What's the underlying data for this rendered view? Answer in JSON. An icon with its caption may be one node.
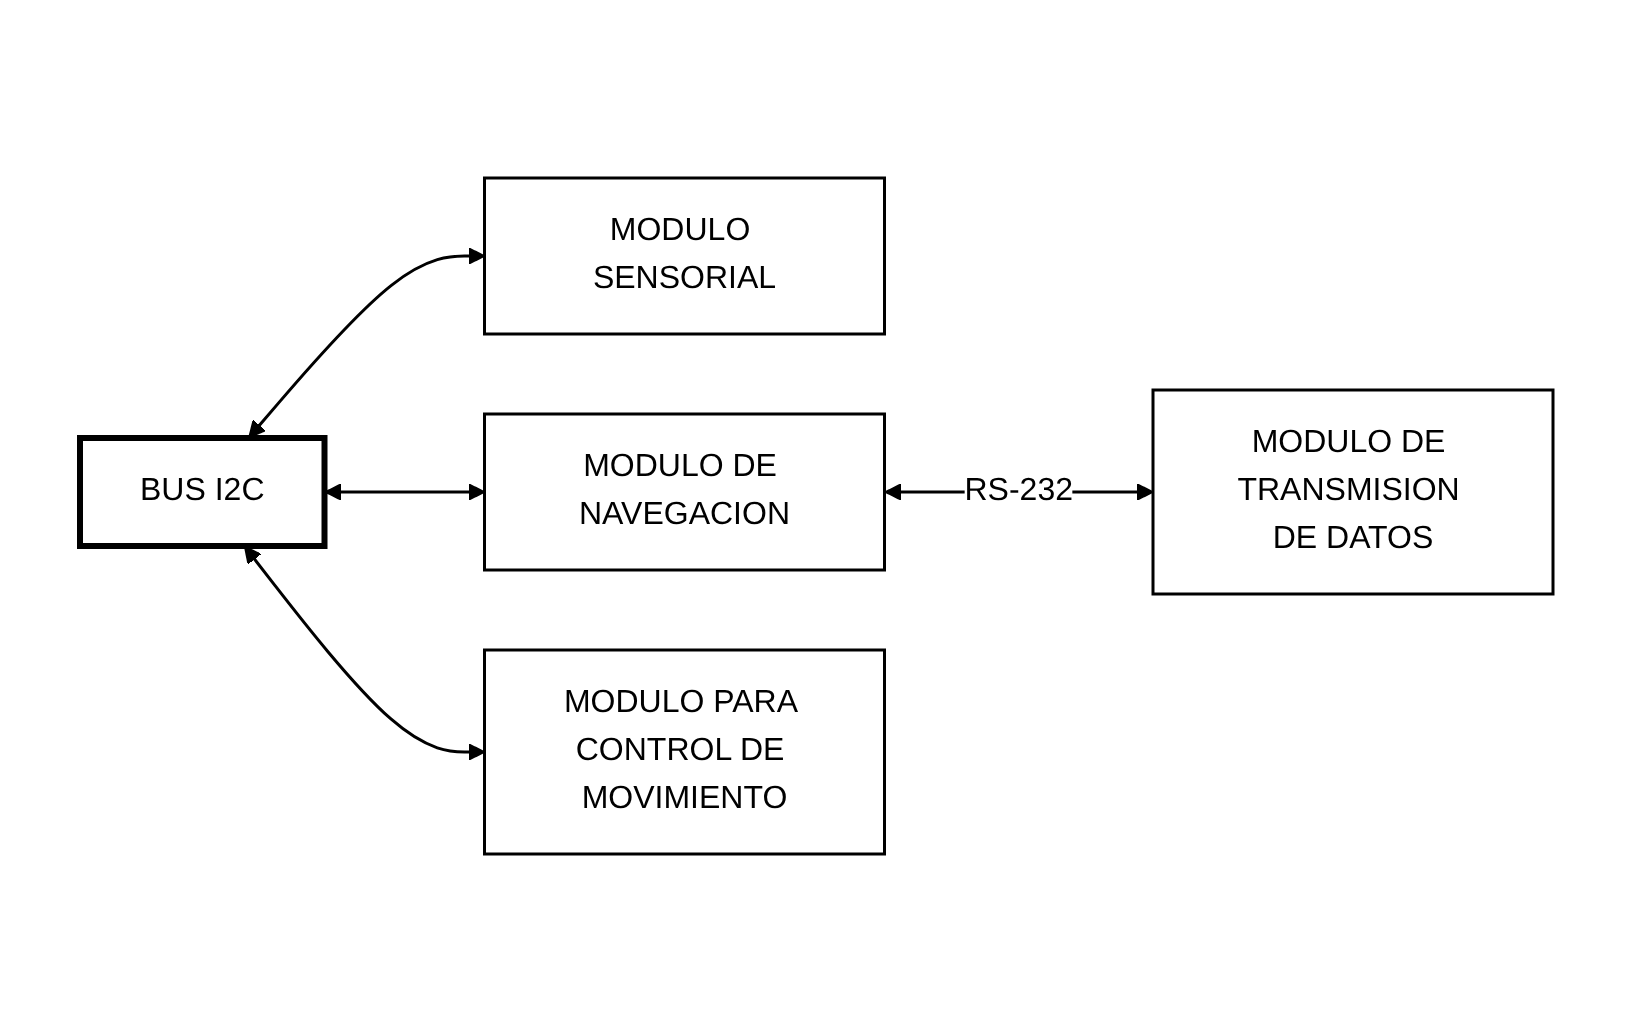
{
  "diagram": {
    "nodes": [
      {
        "text": [
          "BUS I2C"
        ]
      },
      {
        "text": [
          "MODULO SENSORIAL"
        ]
      },
      {
        "text": [
          "MODULO DE NAVEGACION"
        ]
      },
      {
        "text": [
          "MODULO PARA CONTROL DE MOVIMIENTO"
        ]
      },
      {
        "text": [
          "MODULO DE TRANSMISION DE DATOS"
        ]
      }
    ],
    "edges": [
      {
        "from": 0,
        "to": 1,
        "arrow": "both"
      },
      {
        "from": 0,
        "to": 2,
        "arrow": "both"
      },
      {
        "from": 0,
        "to": 3,
        "arrow": "both"
      },
      {
        "from": 2,
        "to": 4,
        "label": "RS-232",
        "arrow": "both"
      }
    ]
  }
}
